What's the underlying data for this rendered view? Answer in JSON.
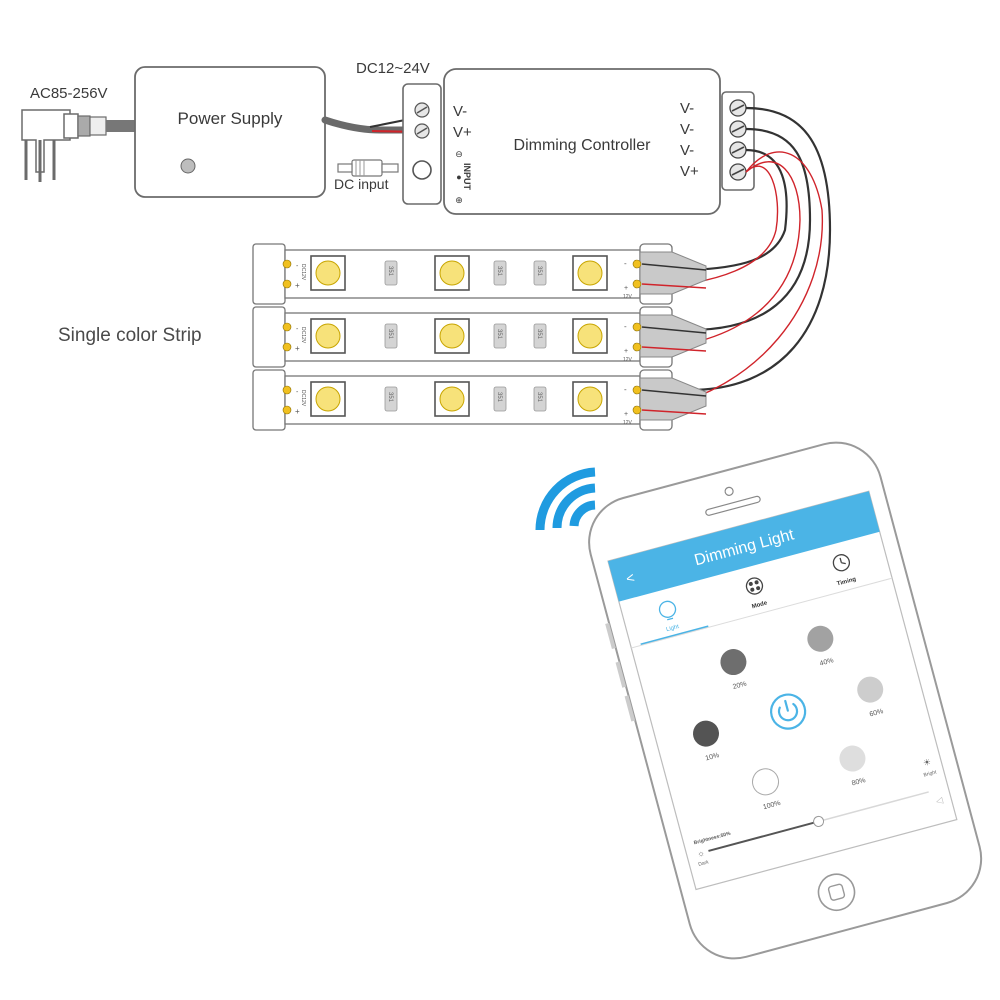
{
  "labels": {
    "ac_input": "AC85-256V",
    "power_supply": "Power Supply",
    "dc_range": "DC12~24V",
    "dc_input": "DC input",
    "controller": "Dimming Controller",
    "input_text": "INPUT",
    "strip_label": "Single color Strip"
  },
  "controller_in": [
    "V-",
    "V+"
  ],
  "controller_out": [
    "V-",
    "V-",
    "V-",
    "V+"
  ],
  "strip": {
    "voltage": "DC12V",
    "minus": "-",
    "plus": "+",
    "end_voltage": "12V",
    "resistor_code": "351"
  },
  "app": {
    "title": "Dimming Light",
    "back": "<",
    "tabs": [
      "Light",
      "Mode",
      "Timing"
    ],
    "levels": [
      "20%",
      "40%",
      "10%",
      "60%",
      "100%",
      "80%"
    ],
    "bright_label": "Bright",
    "dark_label": "Dark",
    "brightness_label": "Brightness:50%",
    "brightness": 0.5
  },
  "colors": {
    "app_bar": "#4bb4e6",
    "wifi": "#1f9be0",
    "led": "#f7e27a",
    "wire_red": "#d0242b",
    "wire_dark": "#333333"
  }
}
